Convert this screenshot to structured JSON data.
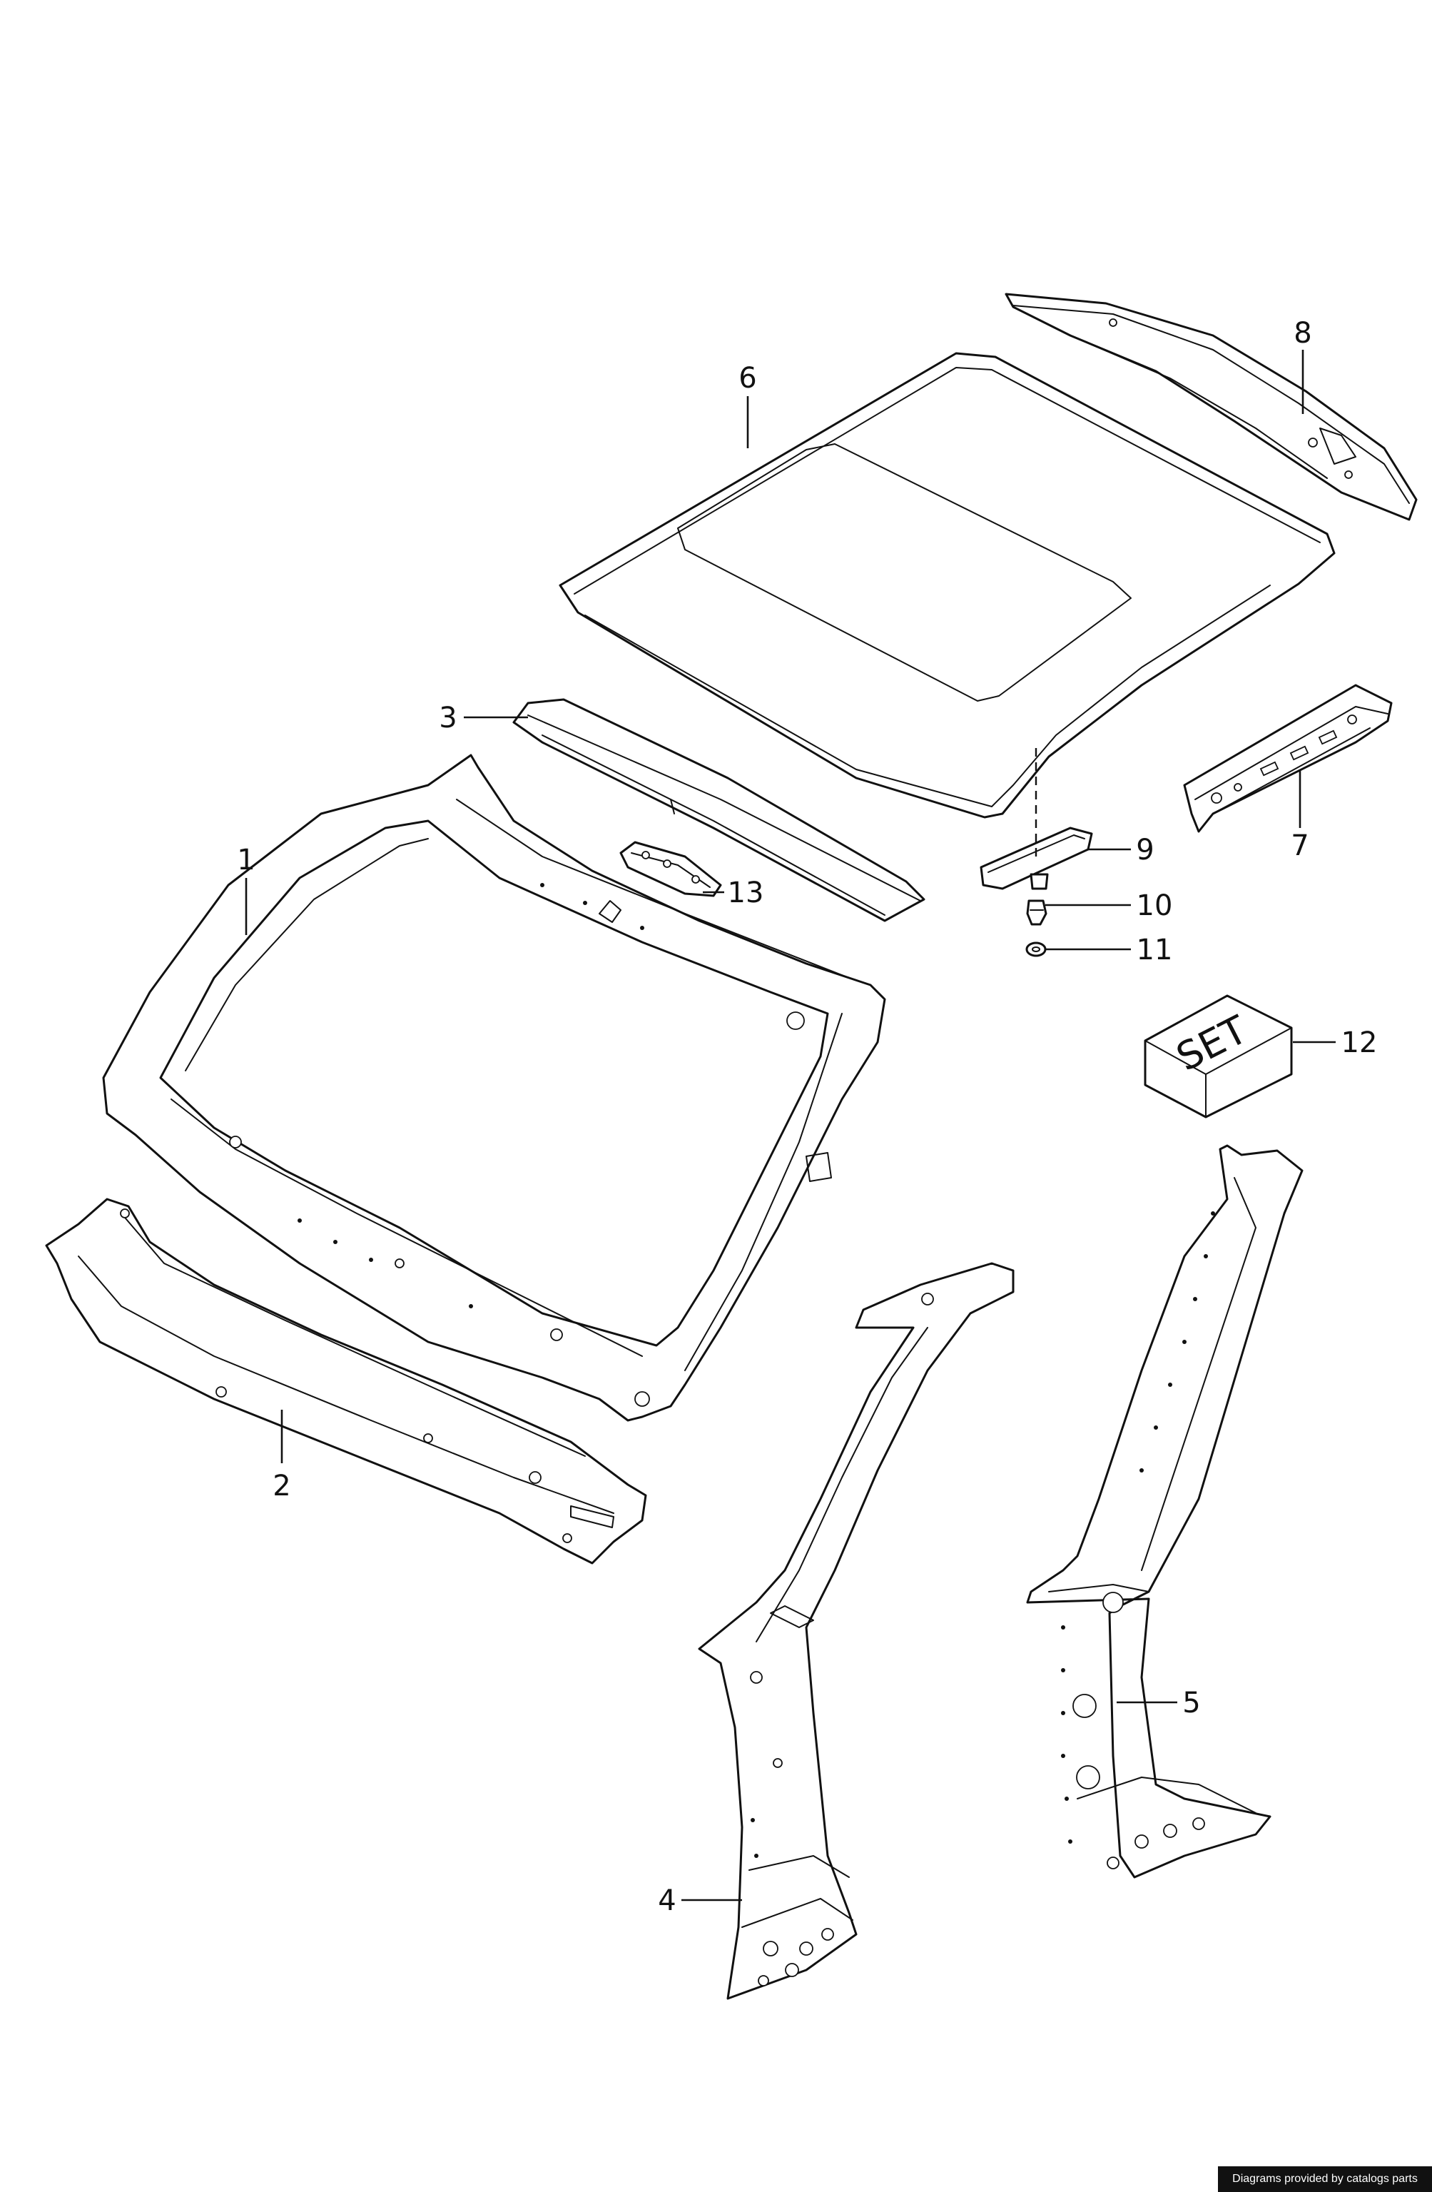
{
  "callouts": [
    {
      "id": "1",
      "label": "1"
    },
    {
      "id": "2",
      "label": "2"
    },
    {
      "id": "3",
      "label": "3"
    },
    {
      "id": "4",
      "label": "4"
    },
    {
      "id": "5",
      "label": "5"
    },
    {
      "id": "6",
      "label": "6"
    },
    {
      "id": "7",
      "label": "7"
    },
    {
      "id": "8",
      "label": "8"
    },
    {
      "id": "9",
      "label": "9"
    },
    {
      "id": "10",
      "label": "10"
    },
    {
      "id": "11",
      "label": "11"
    },
    {
      "id": "12",
      "label": "12"
    },
    {
      "id": "13",
      "label": "13"
    }
  ],
  "set_box_label": "SET",
  "credit": "Diagrams provided by catalogs parts"
}
